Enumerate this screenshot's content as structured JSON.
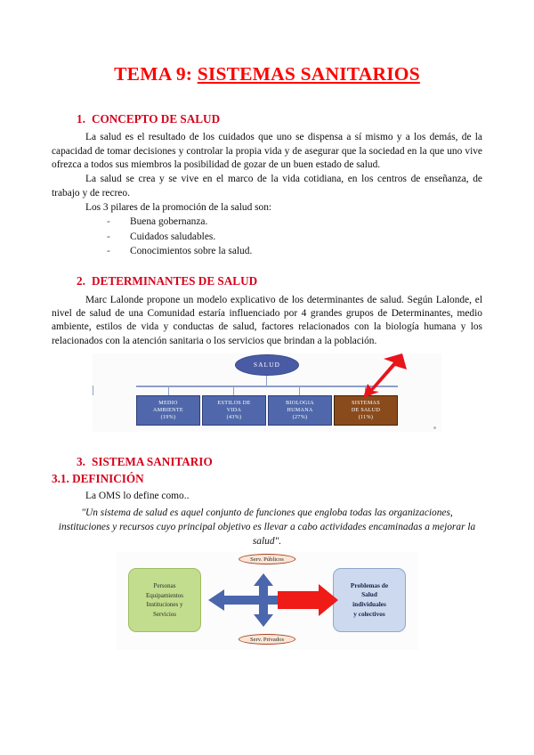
{
  "document": {
    "title_part1": "TEMA 9: ",
    "title_part2": "SISTEMAS SANITARIOS"
  },
  "sections": [
    {
      "number": "1.",
      "heading": "CONCEPTO DE SALUD",
      "paragraphs": [
        "La salud es el resultado de los cuidados que uno se dispensa a sí mismo y a los demás, de la capacidad de tomar decisiones y controlar la propia vida y de asegurar que la sociedad en la que uno vive ofrezca a todos sus miembros la posibilidad de gozar de un buen estado de salud.",
        "La salud se crea y se vive en el marco de la vida cotidiana, en los centros de enseñanza, de trabajo y de recreo.",
        "Los 3 pilares de la promoción de la salud son:"
      ],
      "bullets": [
        "Buena gobernanza.",
        "Cuidados saludables.",
        "Conocimientos sobre la salud."
      ],
      "bullet_marker": "-"
    },
    {
      "number": "2.",
      "heading": "DETERMINANTES DE SALUD",
      "paragraphs": [
        "Marc Lalonde propone un modelo explicativo de los determinantes de salud. Según Lalonde, el nivel de salud de una Comunidad estaría influenciado por 4 grandes grupos de Determinantes, medio ambiente, estilos de vida y conductas de salud, factores relacionados con la biología humana y los relacionados con la atención sanitaria o los servicios que brindan a la población."
      ]
    },
    {
      "number": "3.",
      "heading": "SISTEMA SANITARIO"
    }
  ],
  "subsection": {
    "number_heading": "3.1. DEFINICIÓN",
    "lead": "La OMS lo define como..",
    "quote": "\"Un sistema de salud es aquel conjunto de funciones que engloba todas las organizaciones, instituciones y recursos cuyo principal objetivo es llevar a cabo actividades encaminadas a mejorar la salud\"."
  },
  "lalonde_diagram": {
    "root_label": "SALUD",
    "root_color": "#4a5ba6",
    "highlight_color": "#8a4b1c",
    "box_color": "#5068ab",
    "arrow_color": "#e8131b",
    "nodes": [
      {
        "line1": "MEDIO",
        "line2": "AMBIENTE",
        "value": "(19%)",
        "highlighted": false
      },
      {
        "line1": "ESTILOS DE",
        "line2": "VIDA",
        "value": "(43%)",
        "highlighted": false
      },
      {
        "line1": "BIOLOGIA",
        "line2": "HUMANA",
        "value": "(27%)",
        "highlighted": false
      },
      {
        "line1": "SISTEMAS",
        "line2": "DE SALUD",
        "value": "(11%)",
        "highlighted": true
      }
    ]
  },
  "oms_diagram": {
    "left_box": {
      "lines": [
        "Personas",
        "Equipamientos",
        "Instituciones y",
        "Servicios"
      ],
      "color": "#c3dd8e"
    },
    "right_box": {
      "lines": [
        "Problemas de",
        "Salud",
        "individuales",
        "y colectivos"
      ],
      "color": "#ccd9ee"
    },
    "top_label": "Serv. Públicos",
    "bottom_label": "Serv. Privados",
    "left_arrow_color": "#4a66ad",
    "right_arrow_color": "#ee1b17"
  }
}
